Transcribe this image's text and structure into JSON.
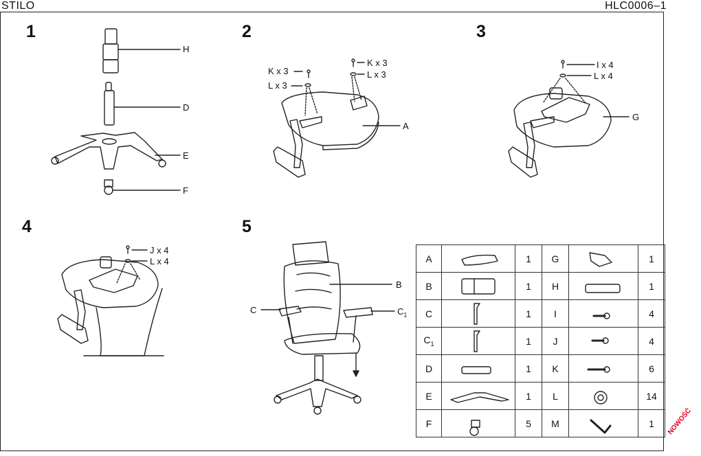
{
  "header": {
    "left": "STILO",
    "right": "HLC0006–1"
  },
  "steps": [
    "1",
    "2",
    "3",
    "4",
    "5"
  ],
  "labels": {
    "s1_h": "H",
    "s1_d": "D",
    "s1_e": "E",
    "s1_f": "F",
    "s2_k_left": "K x 3",
    "s2_l_left": "L  x 3",
    "s2_k_right": "K x 3",
    "s2_l_right": "L  x 3",
    "s2_a": "A",
    "s3_i": "I x 4",
    "s3_l": "L  x 4",
    "s3_g": "G",
    "s4_j": "J  x 4",
    "s4_l": "L  x 4",
    "s5_b": "B",
    "s5_c": "C",
    "s5_c1": "C",
    "s5_c1_sub": "1"
  },
  "parts": [
    {
      "code": "A",
      "sub": "",
      "qty": "1",
      "code2": "G",
      "qty2": "1"
    },
    {
      "code": "B",
      "sub": "",
      "qty": "1",
      "code2": "H",
      "qty2": "1"
    },
    {
      "code": "C",
      "sub": "",
      "qty": "1",
      "code2": "I",
      "qty2": "4"
    },
    {
      "code": "C",
      "sub": "1",
      "qty": "1",
      "code2": "J",
      "qty2": "4"
    },
    {
      "code": "D",
      "sub": "",
      "qty": "1",
      "code2": "K",
      "qty2": "6"
    },
    {
      "code": "E",
      "sub": "",
      "qty": "1",
      "code2": "L",
      "qty2": "14"
    },
    {
      "code": "F",
      "sub": "",
      "qty": "5",
      "code2": "M",
      "qty2": "1"
    }
  ],
  "watermark": "NOWOŚĆ"
}
